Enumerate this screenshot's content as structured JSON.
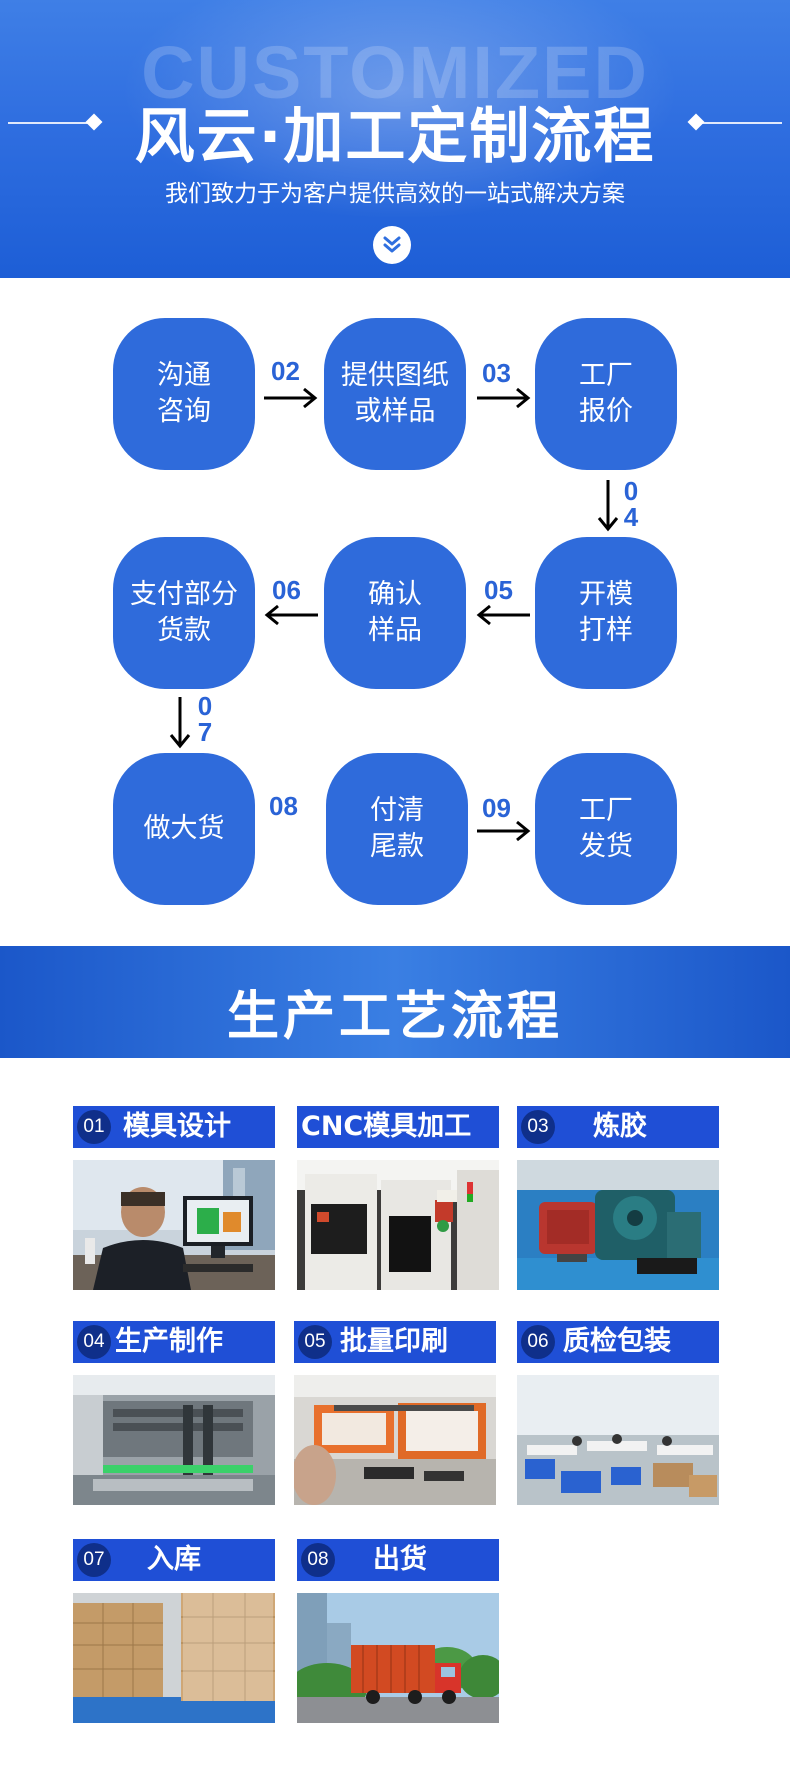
{
  "header": {
    "background_word": "CUSTOMIZED",
    "title": "风云·加工定制流程",
    "subtitle": "我们致力于为客户提供高效的一站式解决方案",
    "down_icon": "chevron-double-down-icon"
  },
  "flow": {
    "nodes": [
      [
        "沟通",
        "咨询"
      ],
      [
        "提供图纸",
        "或样品"
      ],
      [
        "工厂",
        "报价"
      ],
      [
        "开模",
        "打样"
      ],
      [
        "确认",
        "样品"
      ],
      [
        "支付部分",
        "货款"
      ],
      [
        "做大货"
      ],
      [
        "付清",
        "尾款"
      ],
      [
        "工厂",
        "发货"
      ]
    ],
    "steps": [
      "02",
      "03",
      "04",
      "05",
      "06",
      "07",
      "08",
      "09"
    ],
    "colors": {
      "node": "#2f6bdb",
      "step": "#2a63d6"
    }
  },
  "process": {
    "title": "生产工艺流程",
    "cards": [
      {
        "num": "01",
        "label": "模具设计",
        "photo": "engineer-at-cad-workstation"
      },
      {
        "num": "",
        "label": "CNC模具加工",
        "photo": "cnc-machines"
      },
      {
        "num": "03",
        "label": "炼胶",
        "photo": "rubber-mixing-mill"
      },
      {
        "num": "04",
        "label": "生产制作",
        "photo": "molding-press"
      },
      {
        "num": "05",
        "label": "批量印刷",
        "photo": "screen-printing-machine"
      },
      {
        "num": "06",
        "label": "质检包装",
        "photo": "inspection-workshop"
      },
      {
        "num": "07",
        "label": "入库",
        "photo": "warehouse-boxes"
      },
      {
        "num": "08",
        "label": "出货",
        "photo": "delivery-truck"
      }
    ],
    "colors": {
      "label_bg": "#1f4fd6",
      "num_bg": "#0f2f8a"
    }
  }
}
